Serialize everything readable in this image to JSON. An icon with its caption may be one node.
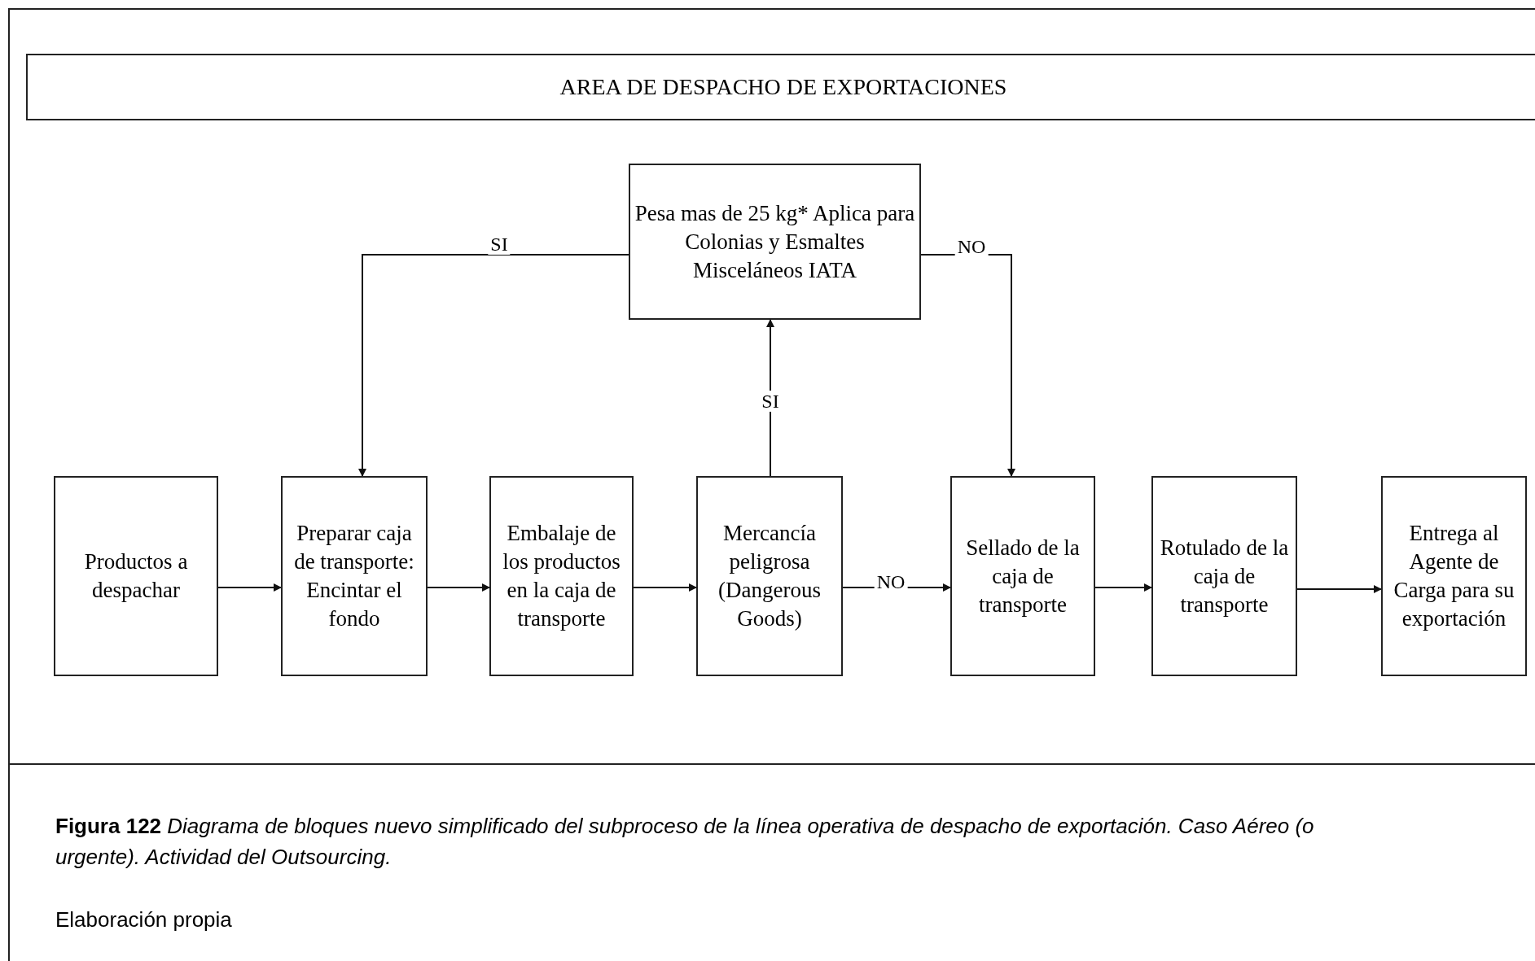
{
  "diagram": {
    "caption": "**Figura 122** *Diagrama de bloques nuevo simplificado del subproceso de la línea operativa de despacho de exportación. Caso Aéreo (o urgente). Actividad del Outsourcing.*",
    "nodes": [
      {
        "text": [
          "AREA DE DESPACHO DE EXPORTACIONES"
        ]
      },
      {
        "text": [
          "Pesa mas de 25 kg* Aplica para Colonias y Esmaltes Misceláneos IATA"
        ]
      },
      {
        "text": [
          "Productos a despachar"
        ]
      },
      {
        "text": [
          "Preparar caja de transporte: Encintar el fondo"
        ]
      },
      {
        "text": [
          "Embalaje de los productos en la caja de transporte"
        ]
      },
      {
        "text": [
          "Mercancía peligrosa (Dangerous Goods)"
        ]
      },
      {
        "text": [
          "Sellado de la caja de transporte"
        ]
      },
      {
        "text": [
          "Rotulado de la caja de transporte"
        ]
      },
      {
        "text": [
          "Entrega al Agente de Carga para su exportación"
        ]
      }
    ],
    "edges": [
      {
        "from": 2,
        "to": 3,
        "arrow": "to"
      },
      {
        "from": 3,
        "to": 4,
        "arrow": "to"
      },
      {
        "from": 4,
        "to": 5,
        "arrow": "to"
      },
      {
        "from": 5,
        "to": 6,
        "arrow": "to",
        "label": "NO"
      },
      {
        "from": 6,
        "to": 7,
        "arrow": "to"
      },
      {
        "from": 7,
        "to": 8,
        "arrow": "to"
      },
      {
        "from": 5,
        "to": 1,
        "arrow": "to",
        "label": "SI"
      },
      {
        "from": 1,
        "to": 3,
        "arrow": "to",
        "label": "SI"
      },
      {
        "from": 1,
        "to": 6,
        "arrow": "to",
        "label": "NO"
      }
    ],
    "labels": [
      "Elaboración propia"
    ]
  }
}
